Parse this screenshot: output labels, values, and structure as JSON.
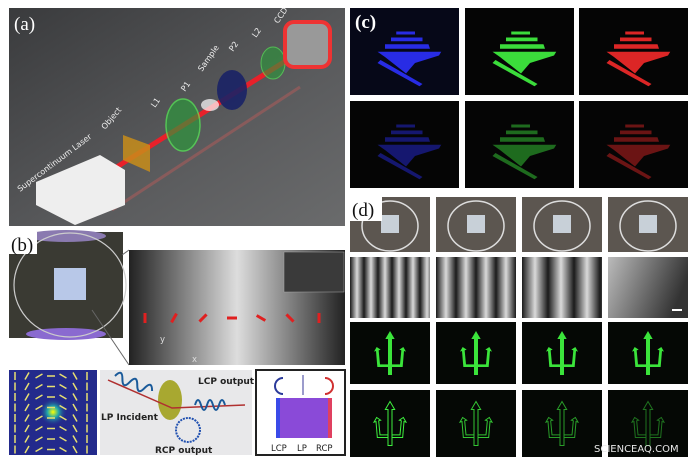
{
  "panels": {
    "a": {
      "label": "(a)",
      "components": [
        "Supercontinuum Laser",
        "Object",
        "L1",
        "P1",
        "Sample",
        "P2",
        "L2",
        "CCD"
      ],
      "laser_color": "#e8202a"
    },
    "b": {
      "label": "(b)",
      "axis_y": "y",
      "axis_x": "x",
      "wave_labels": {
        "incident": "LP Incident",
        "lcp": "LCP output",
        "rcp": "RCP output"
      },
      "polarization_labels": [
        "LCP",
        "LP",
        "RCP"
      ]
    },
    "c": {
      "label": "(c)",
      "colors": [
        "#2a2ef0",
        "#3ee83e",
        "#e82828"
      ]
    },
    "d": {
      "label": "(d)",
      "hologram_color": "#3ef03e"
    }
  },
  "watermark": "SCIENCEAQ.COM"
}
